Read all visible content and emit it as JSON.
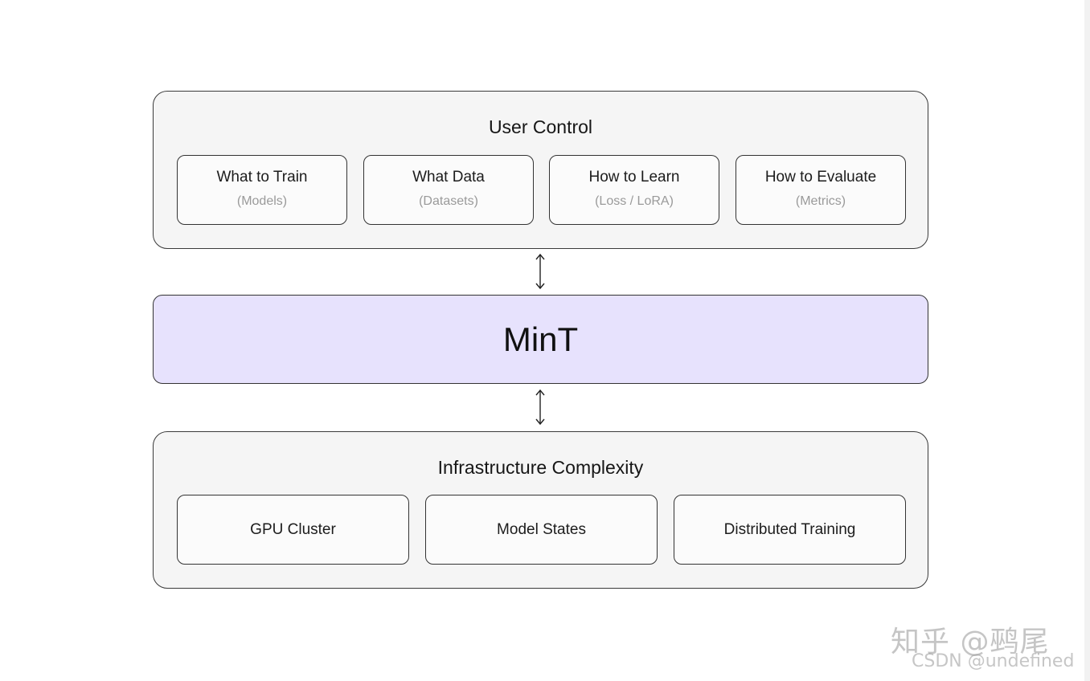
{
  "user_control": {
    "title": "User Control",
    "cards": [
      {
        "label": "What to Train",
        "sub": "(Models)"
      },
      {
        "label": "What Data",
        "sub": "(Datasets)"
      },
      {
        "label": "How to Learn",
        "sub": "(Loss / LoRA)"
      },
      {
        "label": "How to Evaluate",
        "sub": "(Metrics)"
      }
    ]
  },
  "center": {
    "label": "MinT",
    "fill_color": "#e7e2fd"
  },
  "infrastructure": {
    "title": "Infrastructure Complexity",
    "cards": [
      {
        "label": "GPU Cluster"
      },
      {
        "label": "Model States"
      },
      {
        "label": "Distributed Training"
      }
    ]
  },
  "arrows": [
    {
      "icon": "double-headed-vertical-arrow",
      "connects": "User Control ↔ MinT"
    },
    {
      "icon": "double-headed-vertical-arrow",
      "connects": "MinT ↔ Infrastructure Complexity"
    }
  ],
  "watermark": {
    "line1": "知乎 @鹀尾",
    "line2": "CSDN @undefined"
  }
}
